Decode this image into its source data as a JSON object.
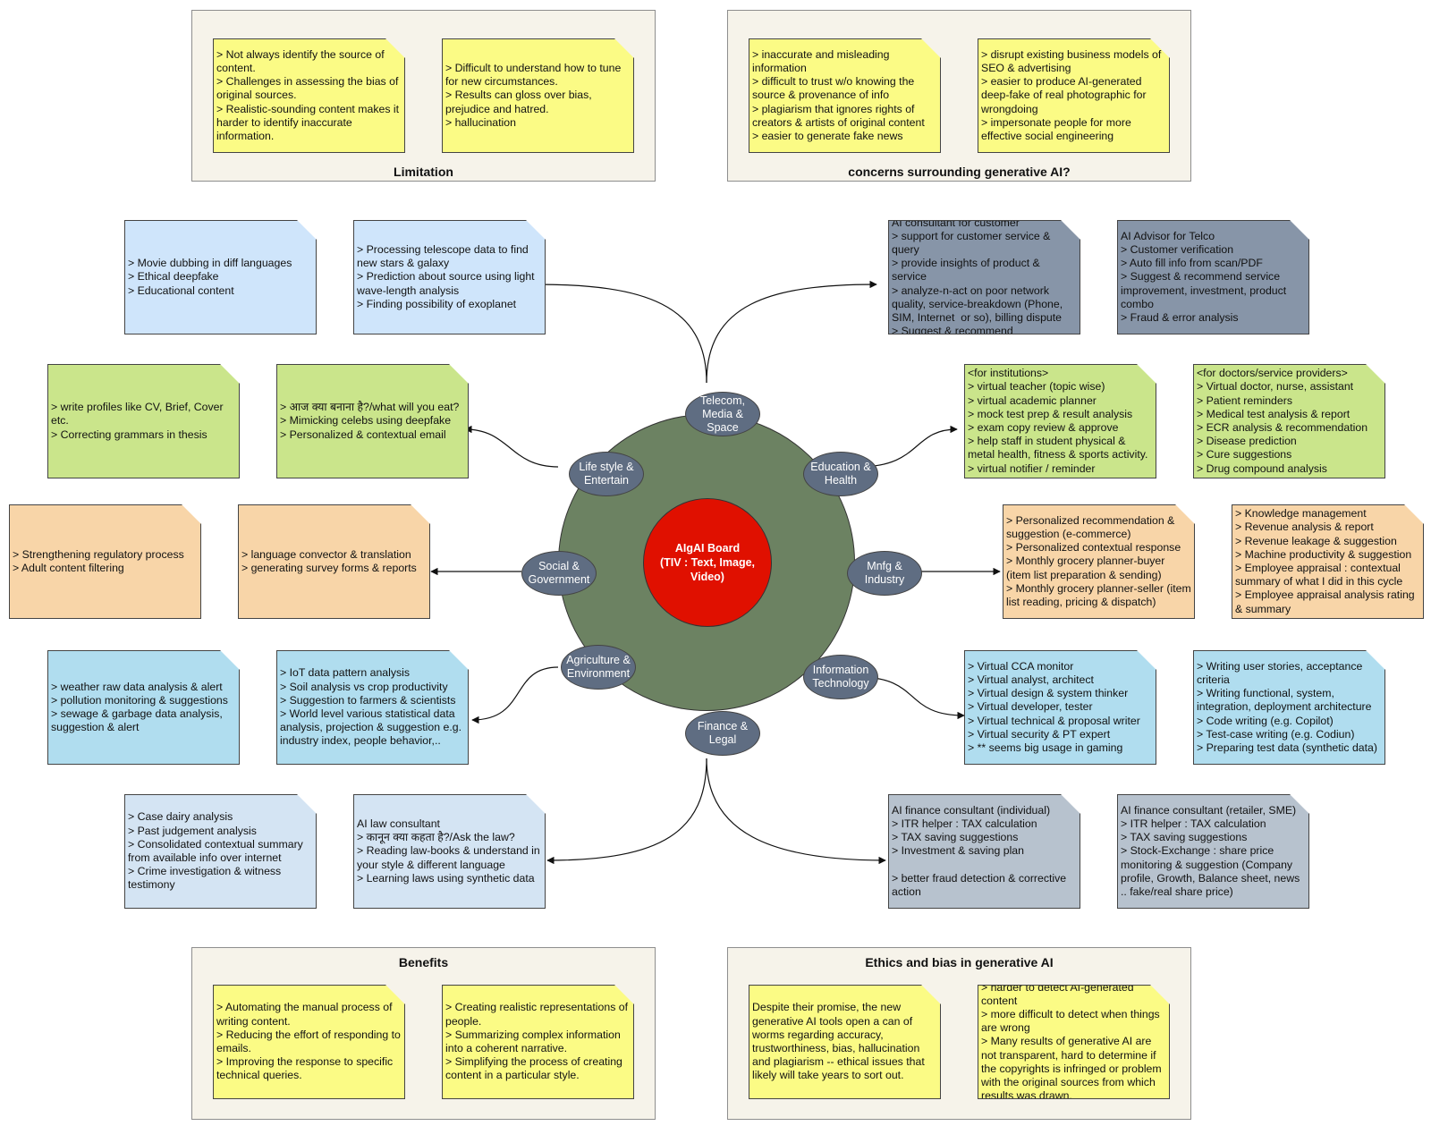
{
  "panels": {
    "limitation": "Limitation",
    "concerns": "concerns surrounding generative AI?",
    "benefits": "Benefits",
    "ethics": "Ethics and bias in generative AI"
  },
  "center": {
    "line1": "AIgAI Board",
    "line2": "(TIV : Text, Image, Video)"
  },
  "nodes": {
    "telecom": "Telecom,\nMedia &\nSpace",
    "lifestyle": "Life style &\nEntertain",
    "education": "Education &\nHealth",
    "social": "Social &\nGovernment",
    "mnfg": "Mnfg &\nIndustry",
    "agriculture": "Agriculture &\nEnvironment",
    "it": "Information\nTechnology",
    "finance": "Finance &\nLegal"
  },
  "notes": {
    "limitation_1": "> Not always identify the source of content.\n> Challenges in assessing the bias of original sources.\n> Realistic-sounding content makes it harder to identify inaccurate information.",
    "limitation_2": "> Difficult to understand how to tune for new circumstances.\n> Results can gloss over bias, prejudice and hatred.\n> hallucination",
    "concerns_1": "> inaccurate and misleading information\n> difficult to trust w/o knowing the source & provenance of info\n> plagiarism that ignores rights of creators & artists of original content\n> easier to generate fake news",
    "concerns_2": "> disrupt existing business models of SEO & advertising\n> easier to produce AI-generated deep-fake of real photographic for wrongdoing\n> impersonate people for more effective social engineering",
    "telecom_1": "> Movie dubbing in diff languages\n> Ethical deepfake\n> Educational content",
    "telecom_2": "> Processing telescope data to find new stars & galaxy\n> Prediction about source using light wave-length analysis\n> Finding possibility of exoplanet",
    "telecom_3": "AI consultant for customer\n> support for customer service & query\n> provide insights of product & service\n> analyze-n-act on poor network quality, service-breakdown (Phone, SIM, Internet  or so), billing dispute\n> Suggest & recommend",
    "telecom_4": "AI Advisor for Telco\n> Customer verification\n> Auto fill info from scan/PDF\n> Suggest & recommend service improvement, investment, product combo\n> Fraud & error analysis",
    "lifestyle_1": "> write profiles like CV, Brief, Cover etc.\n> Correcting grammars in thesis",
    "lifestyle_2": "> आज क्या बनाना है?/what will you eat?\n> Mimicking celebs using deepfake\n> Personalized & contextual email",
    "education_1": "<for institutions>\n> virtual teacher (topic wise)\n> virtual academic planner\n> mock test prep & result analysis\n> exam copy review & approve\n> help staff in student physical & metal health, fitness & sports activity.\n> virtual notifier / reminder",
    "education_2": "<for doctors/service providers>\n> Virtual doctor, nurse, assistant\n> Patient reminders\n> Medical test analysis & report\n> ECR analysis & recommendation\n> Disease prediction\n> Cure suggestions\n> Drug compound analysis",
    "social_1": "> Strengthening regulatory process\n> Adult content filtering",
    "social_2": "> language convector & translation\n> generating survey forms & reports",
    "mnfg_1": "> Personalized recommendation & suggestion (e-commerce)\n> Personalized contextual response\n> Monthly grocery planner-buyer (item list preparation & sending)\n> Monthly grocery planner-seller (item list reading, pricing & dispatch)",
    "mnfg_2": "> Knowledge management\n> Revenue analysis & report\n> Revenue leakage & suggestion\n> Machine productivity & suggestion\n> Employee appraisal : contextual summary of what I did in this cycle\n> Employee appraisal analysis rating & summary",
    "agri_1": "> weather raw data analysis & alert\n> pollution monitoring & suggestions\n> sewage & garbage data analysis, suggestion & alert",
    "agri_2": "> IoT data pattern analysis\n> Soil analysis vs crop productivity\n> Suggestion to farmers & scientists\n> World level various statistical data analysis, projection & suggestion e.g. industry index, people behavior,..",
    "it_1": "> Virtual CCA monitor\n> Virtual analyst, architect\n> Virtual design & system thinker\n> Virtual developer, tester\n> Virtual technical & proposal writer\n> Virtual security & PT expert\n> ** seems big usage in gaming",
    "it_2": "> Writing user stories, acceptance criteria\n> Writing functional, system, integration, deployment architecture\n> Code writing (e.g. Copilot)\n> Test-case writing (e.g. Codiun)\n> Preparing test data (synthetic data)",
    "legal_1": "> Case dairy analysis\n> Past judgement analysis\n> Consolidated contextual summary from available info over internet\n> Crime investigation & witness testimony",
    "legal_2": "AI law consultant\n> कानून क्या कहता है?/Ask the law?\n> Reading law-books & understand in your style & different language\n> Learning laws using synthetic data",
    "finance_1": "AI finance consultant (individual)\n> ITR helper : TAX calculation\n> TAX saving suggestions\n> Investment & saving plan\n\n> better fraud detection & corrective action",
    "finance_2": "AI finance consultant (retailer, SME)\n> ITR helper : TAX calculation\n> TAX saving suggestions\n> Stock-Exchange : share price monitoring & suggestion (Company profile, Growth, Balance sheet, news .. fake/real share price)",
    "benefits_1": "> Automating the manual process of writing content.\n> Reducing the effort of responding to emails.\n> Improving the response to specific technical queries.",
    "benefits_2": "> Creating realistic representations of people.\n> Summarizing complex information into a coherent narrative.\n> Simplifying the process of creating content in a particular style.",
    "ethics_1": "Despite their promise, the new generative AI tools open a can of worms regarding accuracy, trustworthiness, bias, hallucination and plagiarism -- ethical issues that likely will take years to sort out.",
    "ethics_2": "> harder to detect AI-generated content\n> more difficult to detect when things are wrong\n> Many results of generative AI are not transparent, hard to determine if the copyrights is infringed or problem with the original sources from which results was drawn."
  }
}
